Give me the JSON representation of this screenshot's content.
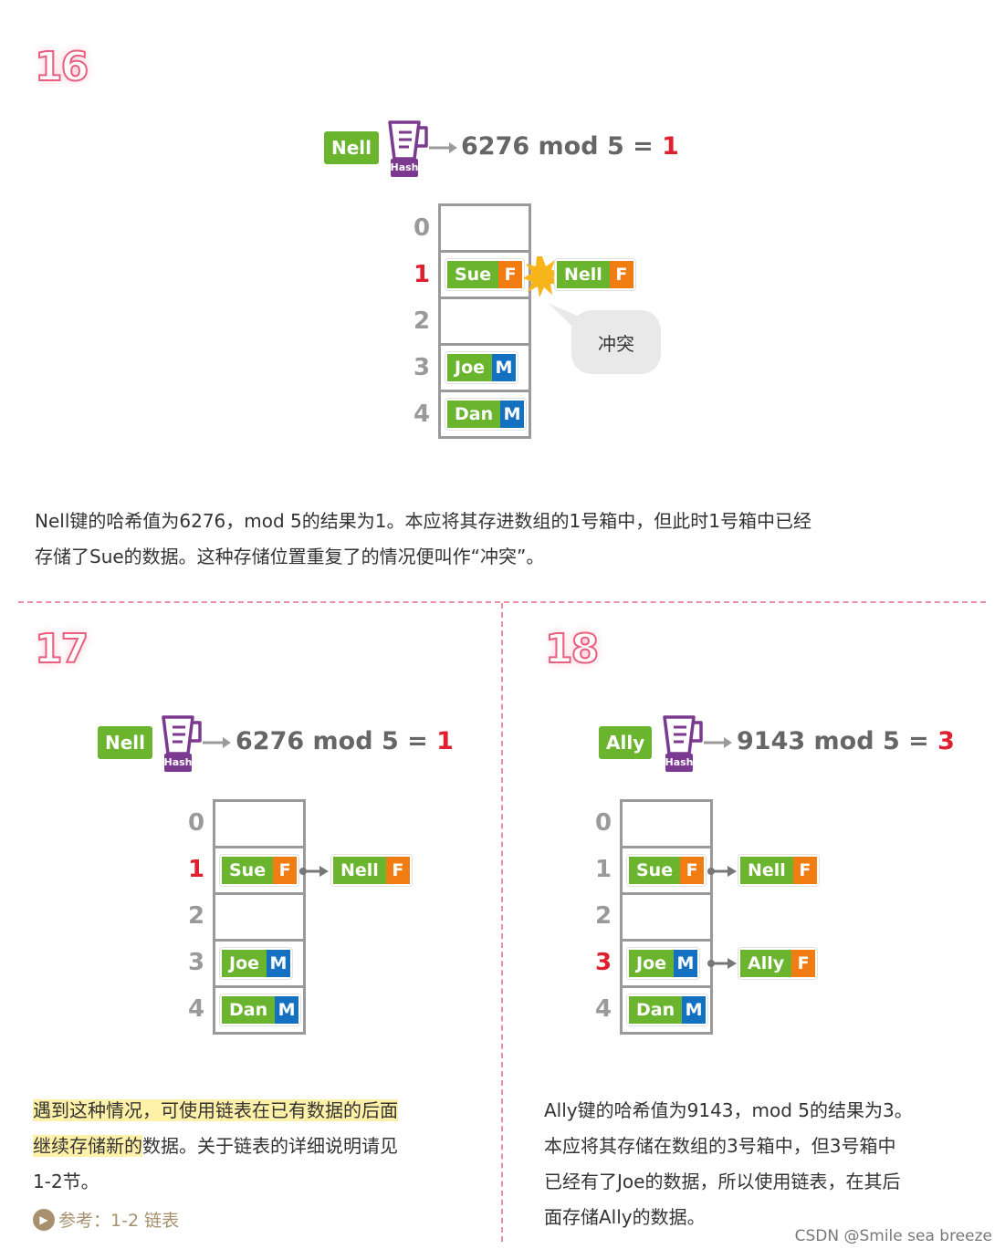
{
  "colors": {
    "key_green": "#6ab42e",
    "female_orange": "#f07c12",
    "male_blue": "#1470c0",
    "highlight_red": "#e0202e",
    "divider_pink": "#ea8fa4"
  },
  "icons": {
    "hash": "blender-icon",
    "collision": "burst-icon",
    "reference": "play-circle-icon"
  },
  "hash_label": "Hash",
  "panel16": {
    "number": "16",
    "hash_key": "Nell",
    "formula": "6276 mod 5 = ",
    "result": "1",
    "indices": [
      "0",
      "1",
      "2",
      "3",
      "4"
    ],
    "slot1": {
      "name": "Sue",
      "gender": "F"
    },
    "slot3": {
      "name": "Joe",
      "gender": "M"
    },
    "slot4": {
      "name": "Dan",
      "gender": "M"
    },
    "incoming": {
      "name": "Nell",
      "gender": "F"
    },
    "bubble": "冲突",
    "desc_line1": "Nell键的哈希值为6276，mod 5的结果为1。本应将其存进数组的1号箱中，但此时1号箱中已经",
    "desc_line2": "存储了Sue的数据。这种存储位置重复了的情况便叫作“冲突”。"
  },
  "panel17": {
    "number": "17",
    "hash_key": "Nell",
    "formula": "6276 mod 5 = ",
    "result": "1",
    "indices": [
      "0",
      "1",
      "2",
      "3",
      "4"
    ],
    "slot1": {
      "name": "Sue",
      "gender": "F"
    },
    "slot3": {
      "name": "Joe",
      "gender": "M"
    },
    "slot4": {
      "name": "Dan",
      "gender": "M"
    },
    "chain1": {
      "name": "Nell",
      "gender": "F"
    },
    "desc_hl1": "遇到这种情况，可使用链表在已有数据的后面",
    "desc_hl2": "继续存储新的",
    "desc_rest2": "数据。关于链表的详细说明请见",
    "desc_line3": "1-2节。",
    "ref": "参考：1-2 链表"
  },
  "panel18": {
    "number": "18",
    "hash_key": "Ally",
    "formula": "9143 mod 5 = ",
    "result": "3",
    "indices": [
      "0",
      "1",
      "2",
      "3",
      "4"
    ],
    "slot1": {
      "name": "Sue",
      "gender": "F"
    },
    "slot3": {
      "name": "Joe",
      "gender": "M"
    },
    "slot4": {
      "name": "Dan",
      "gender": "M"
    },
    "chain1": {
      "name": "Nell",
      "gender": "F"
    },
    "chain3": {
      "name": "Ally",
      "gender": "F"
    },
    "desc_line1": "Ally键的哈希值为9143，mod 5的结果为3。",
    "desc_line2": "本应将其存储在数组的3号箱中，但3号箱中",
    "desc_line3": "已经有了Joe的数据，所以使用链表，在其后",
    "desc_line4": "面存储Ally的数据。"
  },
  "watermark": "CSDN @Smile sea breeze"
}
